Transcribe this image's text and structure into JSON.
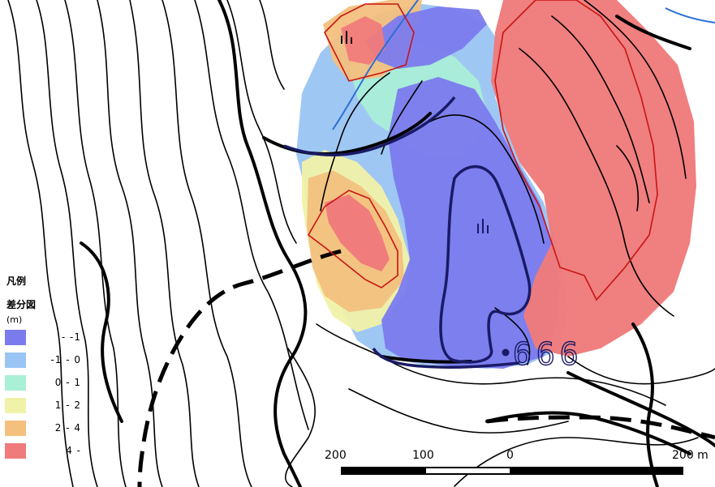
{
  "map": {
    "elevation_label": "666"
  },
  "legend": {
    "title": "凡例",
    "subtitle": "差分図",
    "unit": "(m)",
    "classes": [
      {
        "range": "- -1",
        "color": "#7b7bee"
      },
      {
        "range": "-1 - 0",
        "color": "#9ac4f3"
      },
      {
        "range": "0 - 1",
        "color": "#a9f0d6"
      },
      {
        "range": "1 - 2",
        "color": "#f0f2a8"
      },
      {
        "range": "2 - 4",
        "color": "#f3c07e"
      },
      {
        "range": "4 -",
        "color": "#f07b7b"
      }
    ]
  },
  "scale_bar": {
    "labels": [
      "200",
      "100",
      "0",
      "200 m"
    ]
  }
}
